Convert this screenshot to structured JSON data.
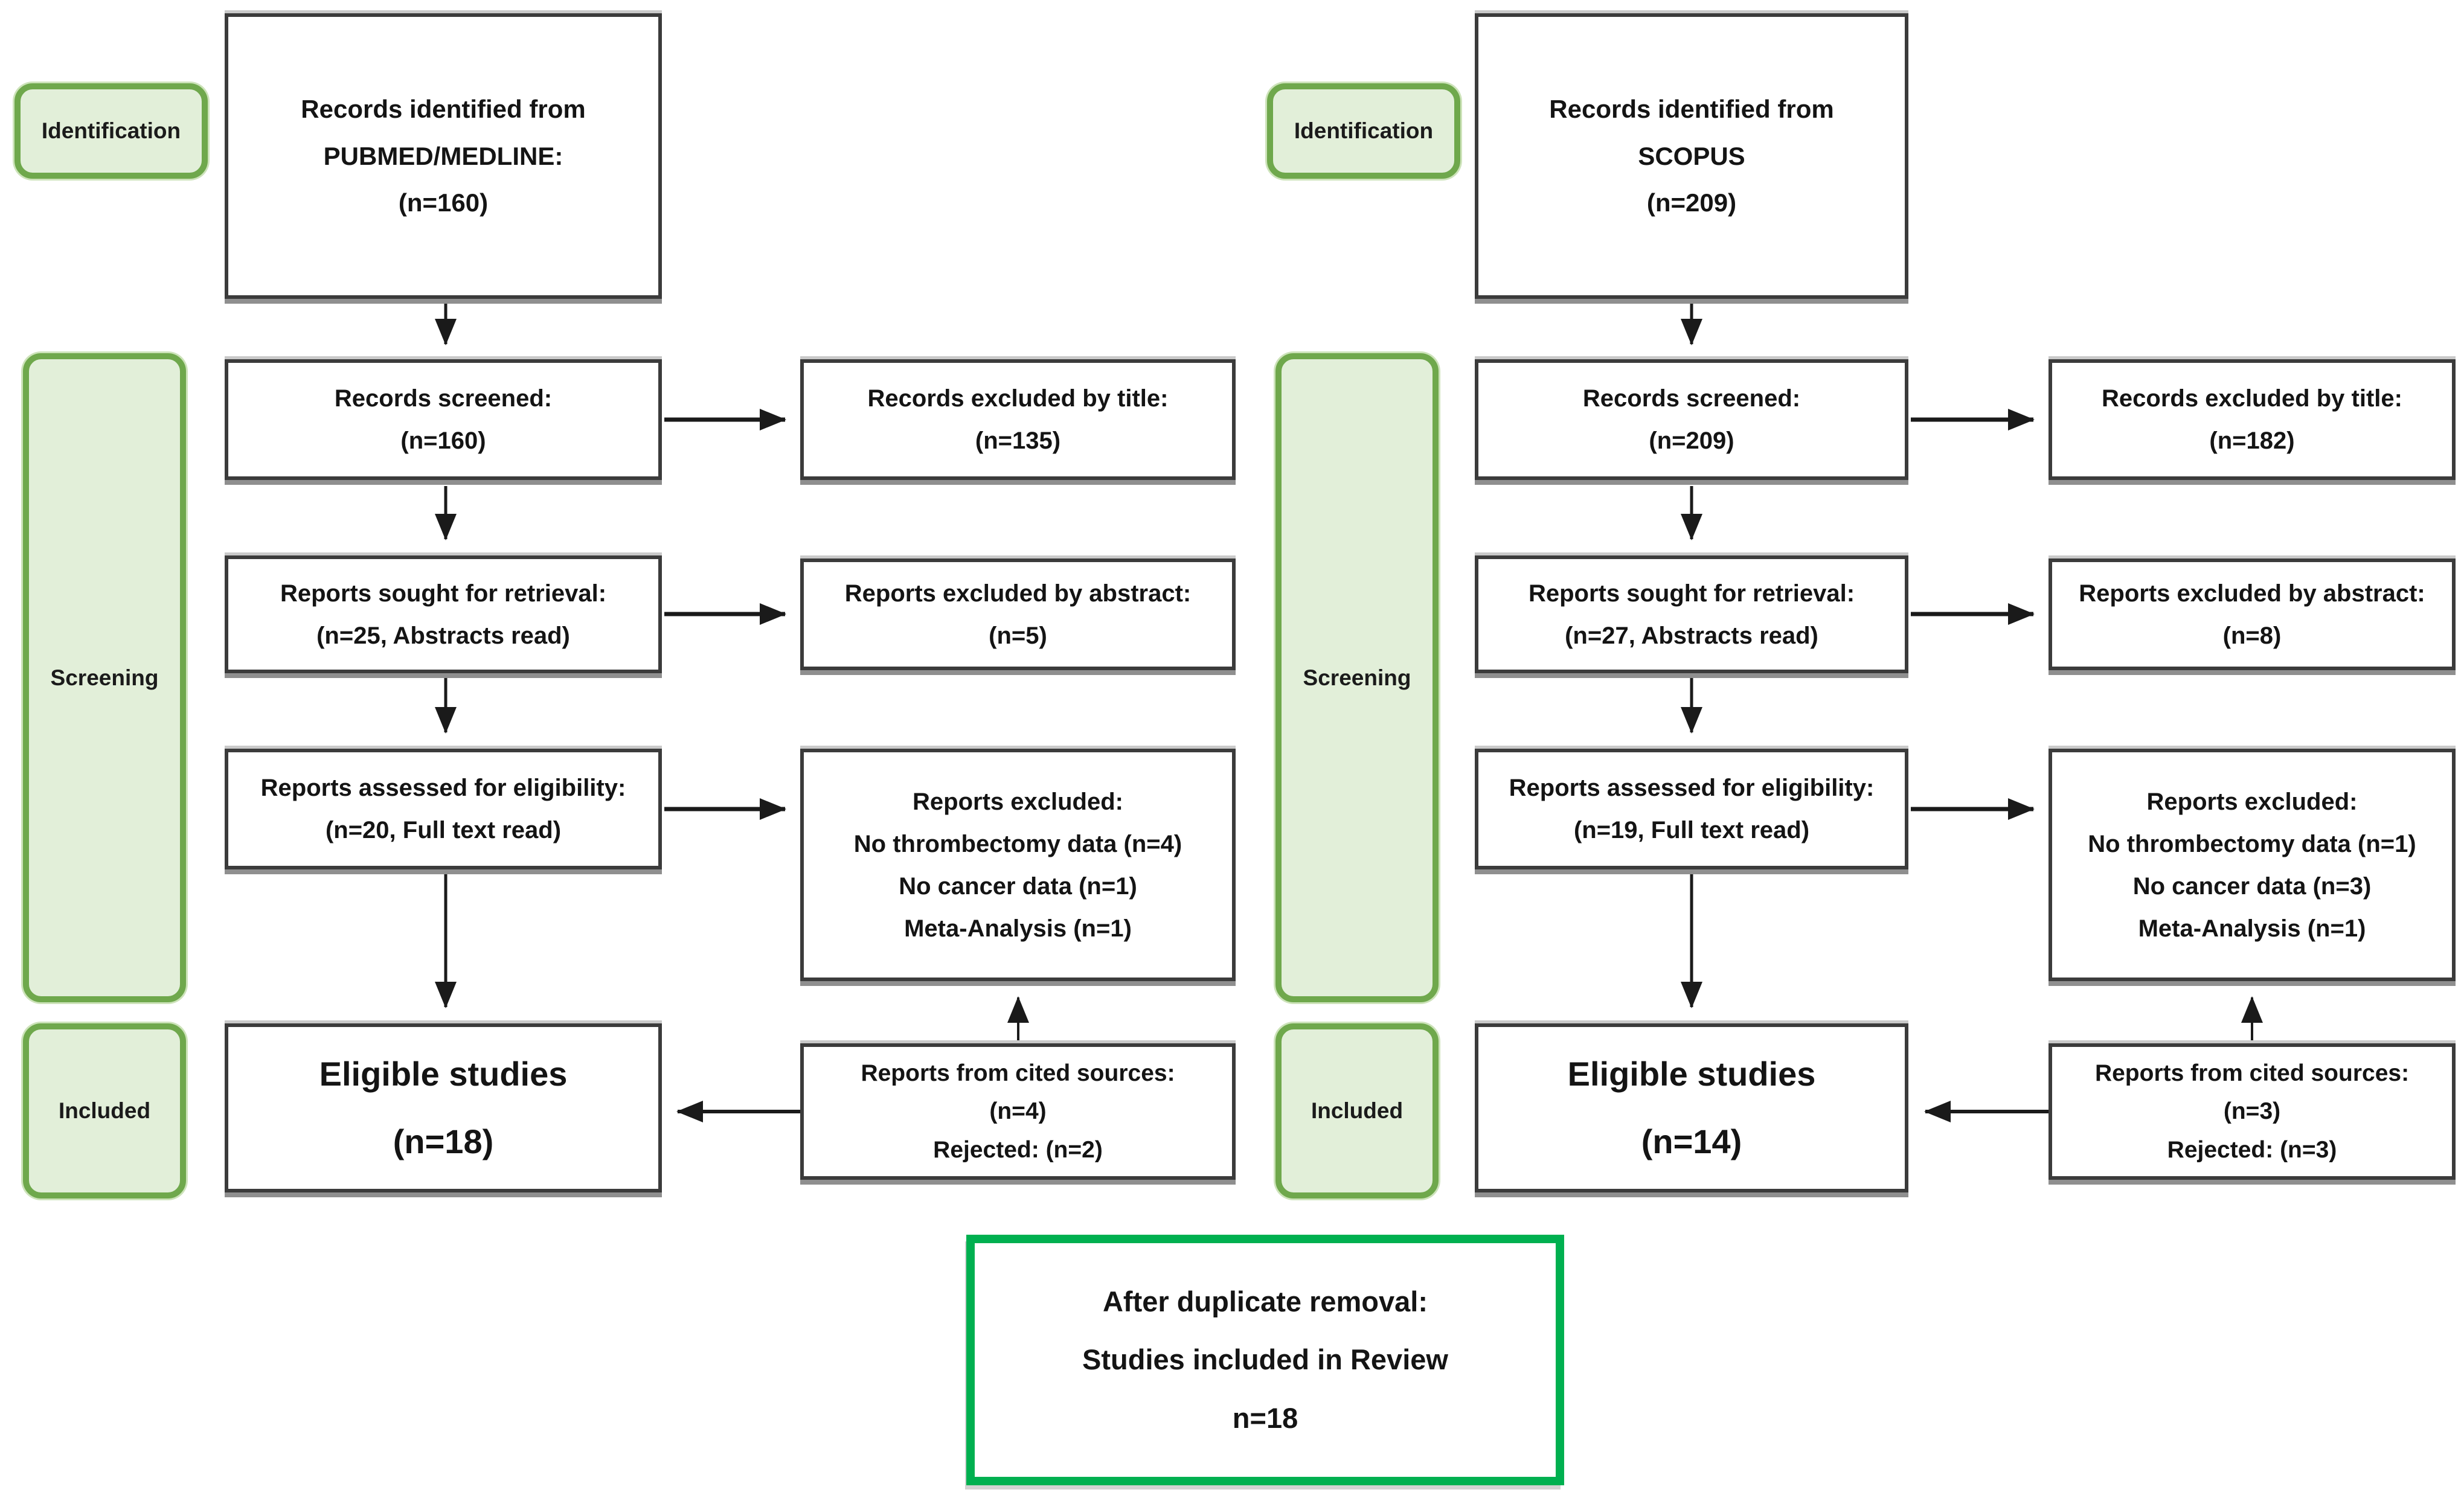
{
  "colors": {
    "stage_fill": "#e2efd9",
    "stage_border": "#6fa84c",
    "flow_box_border": "#3b3b3b",
    "summary_border": "#00b050",
    "arrow": "#1a1a1a",
    "text": "#141414"
  },
  "stage_labels": {
    "identification": "Identification",
    "screening": "Screening",
    "included": "Included"
  },
  "pubmed": {
    "identified": "Records identified from\nPUBMED/MEDLINE:\n(n=160)",
    "screened": "Records screened:\n(n=160)",
    "excluded_by_title": "Records excluded by title:\n(n=135)",
    "sought": "Reports sought for retrieval:\n(n=25, Abstracts read)",
    "excluded_by_abstract": "Reports excluded by abstract:\n(n=5)",
    "assessed": "Reports assessed for eligibility:\n(n=20, Full text read)",
    "excluded_reports": "Reports excluded:\nNo thrombectomy data (n=4)\nNo cancer data (n=1)\nMeta-Analysis (n=1)",
    "eligible": "Eligible studies\n(n=18)",
    "cited_sources": "Reports from cited sources:\n(n=4)\nRejected: (n=2)"
  },
  "scopus": {
    "identified": "Records identified from\nSCOPUS\n(n=209)",
    "screened": "Records screened:\n(n=209)",
    "excluded_by_title": "Records excluded by title:\n(n=182)",
    "sought": "Reports sought for retrieval:\n(n=27, Abstracts read)",
    "excluded_by_abstract": "Reports excluded by abstract:\n(n=8)",
    "assessed": "Reports assessed for eligibility:\n(n=19, Full text read)",
    "excluded_reports": "Reports excluded:\nNo thrombectomy data (n=1)\nNo cancer data (n=3)\nMeta-Analysis (n=1)",
    "eligible": "Eligible studies\n(n=14)",
    "cited_sources": "Reports from cited sources:\n(n=3)\nRejected: (n=3)"
  },
  "summary": {
    "text": "After duplicate removal:\nStudies included in Review\nn=18"
  }
}
